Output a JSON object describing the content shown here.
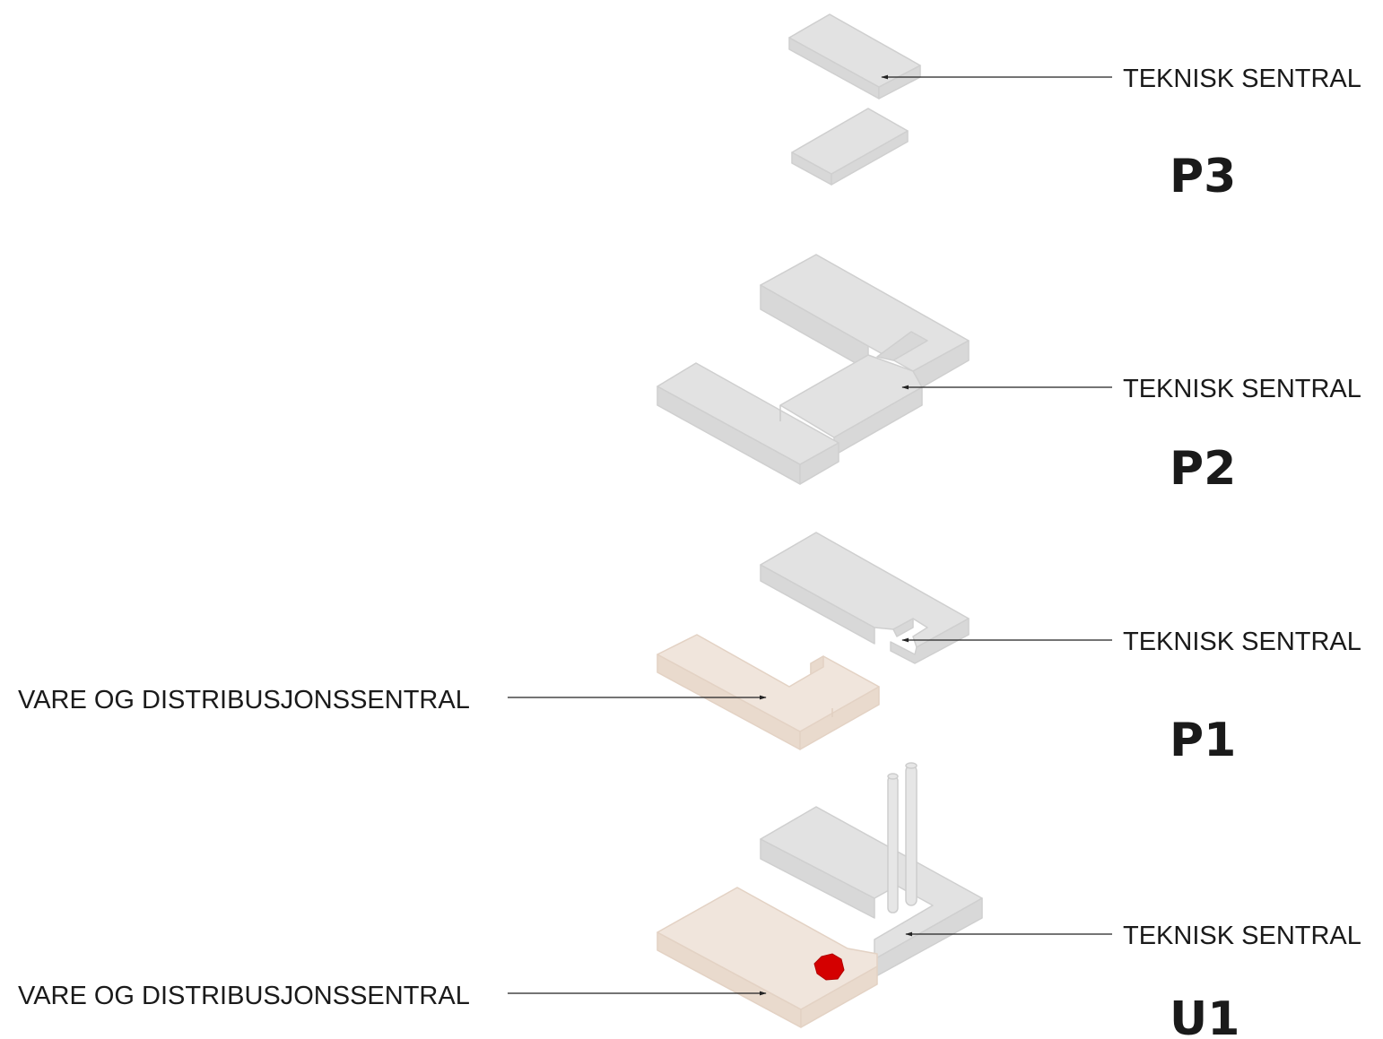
{
  "levels": [
    {
      "id": "P3",
      "label": "P3",
      "callouts": [
        "TEKNISK SENTRAL"
      ]
    },
    {
      "id": "P2",
      "label": "P2",
      "callouts": [
        "TEKNISK SENTRAL"
      ]
    },
    {
      "id": "P1",
      "label": "P1",
      "callouts": [
        "TEKNISK SENTRAL",
        "VARE OG DISTRIBUSJONSSENTRAL"
      ]
    },
    {
      "id": "U1",
      "label": "U1",
      "callouts": [
        "TEKNISK SENTRAL",
        "VARE OG DISTRIBUSJONSSENTRAL"
      ]
    }
  ],
  "colors": {
    "technical_zone": "#e2e2e2",
    "distribution_zone": "#f0e5dc",
    "marker": "#d40000",
    "text": "#1a1a1a"
  },
  "legend_terms": {
    "technical": "TEKNISK SENTRAL",
    "distribution": "VARE OG DISTRIBUSJONSSENTRAL"
  }
}
